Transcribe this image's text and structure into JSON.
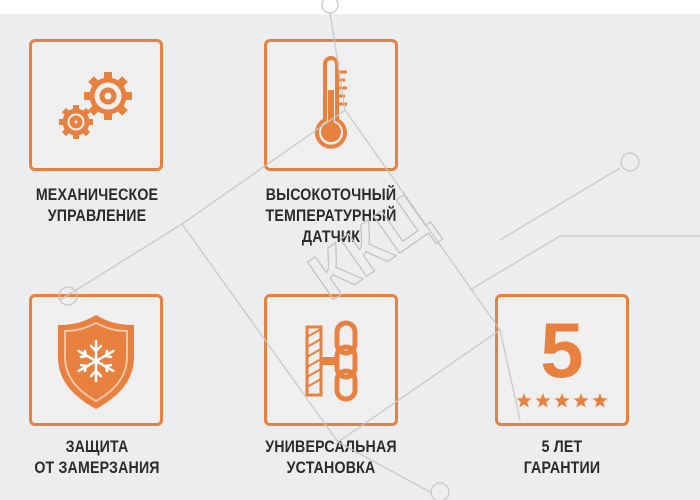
{
  "colors": {
    "accent": "#e8803f",
    "background": "#ecedee",
    "text": "#2b2b2b"
  },
  "features": [
    {
      "icon": "gears-icon",
      "lines": [
        "МЕХАНИЧЕСКОЕ",
        "УПРАВЛЕНИЕ"
      ]
    },
    {
      "icon": "thermometer-icon",
      "lines": [
        "ВЫСОКОТОЧНЫЙ",
        "ТЕМПЕРАТУРНЫЙ",
        "ДАТЧИК"
      ]
    },
    {
      "icon": "snowflake-shield-icon",
      "lines": [
        "ЗАЩИТА",
        "ОТ ЗАМЕРЗАНИЯ"
      ]
    },
    {
      "icon": "wall-mount-icon",
      "lines": [
        "УНИВЕРСАЛЬНАЯ",
        "УСТАНОВКА"
      ]
    },
    {
      "icon": "warranty-five-stars-icon",
      "number": "5",
      "stars": 5,
      "lines": [
        "5 ЛЕТ",
        "ГАРАНТИИ"
      ]
    }
  ],
  "watermark": {
    "text": "ККЦ"
  }
}
